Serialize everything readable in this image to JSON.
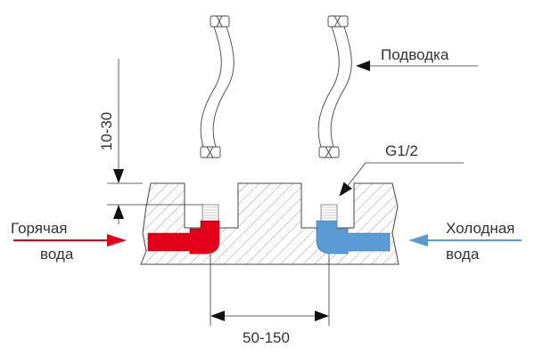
{
  "labels": {
    "supply": "Подводка",
    "thread": "G1/2",
    "hot_line1": "Горячая",
    "hot_line2": "вода",
    "cold_line1": "Холодная",
    "cold_line2": "вода",
    "depth_dim": "10-30",
    "spacing_dim": "50-150"
  },
  "colors": {
    "hot": "#e3001b",
    "cold": "#5b9bd5",
    "line": "#333333"
  }
}
